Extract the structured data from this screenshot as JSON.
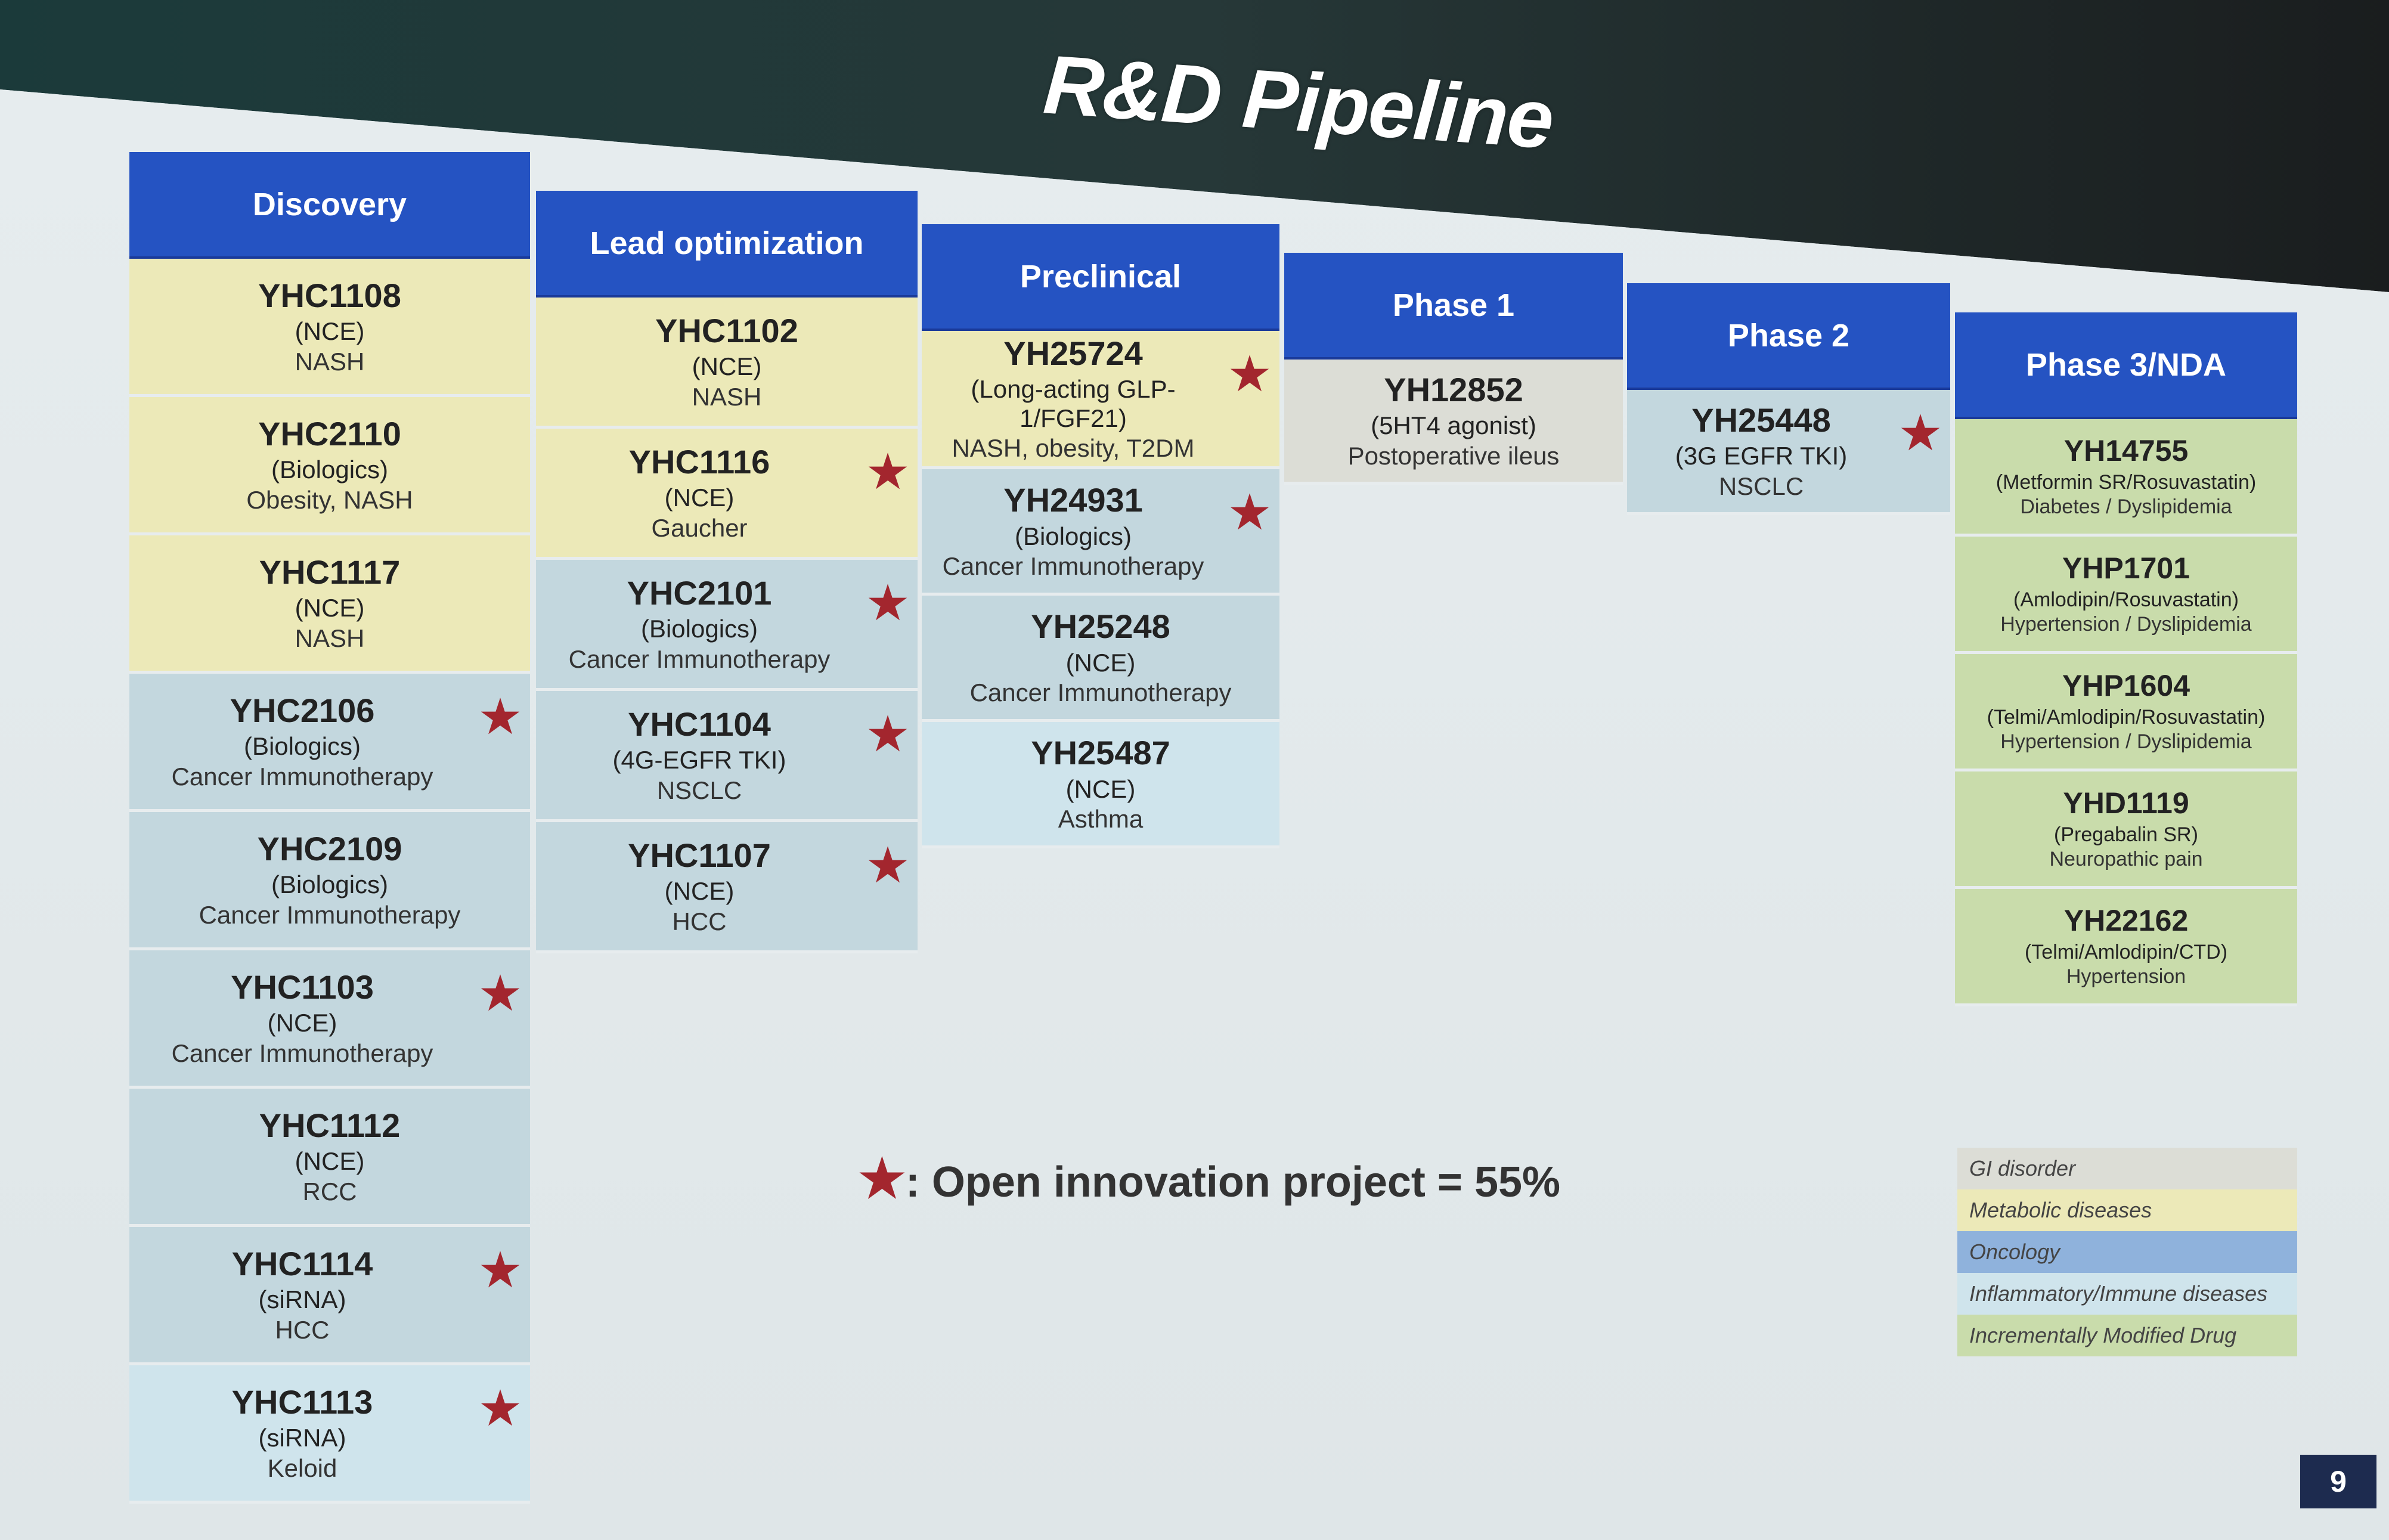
{
  "title": "R&D Pipeline",
  "categories": {
    "gi": {
      "label": "GI disorder",
      "color": "#dcddd6"
    },
    "metabolic": {
      "label": "Metabolic diseases",
      "color": "#ece9b8"
    },
    "oncology": {
      "label": "Oncology",
      "color": "#c3d7de"
    },
    "inflammatory": {
      "label": "Inflammatory/Immune diseases",
      "color": "#cfe4ec"
    },
    "imd": {
      "label": "Incrementally Modified Drug",
      "color": "#c9dcab"
    }
  },
  "legend_order": [
    "gi",
    "metabolic",
    "oncology",
    "inflammatory",
    "imd"
  ],
  "legend_colors": {
    "oncology": "#8fb2dc"
  },
  "columns": [
    {
      "label": "Discovery",
      "items": [
        {
          "id": "YHC1108",
          "type": "(NCE)",
          "indication": "NASH",
          "star": false,
          "cat": "metabolic"
        },
        {
          "id": "YHC2110",
          "type": "(Biologics)",
          "indication": "Obesity, NASH",
          "star": false,
          "cat": "metabolic"
        },
        {
          "id": "YHC1117",
          "type": "(NCE)",
          "indication": "NASH",
          "star": false,
          "cat": "metabolic"
        },
        {
          "id": "YHC2106",
          "type": "(Biologics)",
          "indication": "Cancer Immunotherapy",
          "star": true,
          "cat": "oncology"
        },
        {
          "id": "YHC2109",
          "type": "(Biologics)",
          "indication": "Cancer Immunotherapy",
          "star": false,
          "cat": "oncology"
        },
        {
          "id": "YHC1103",
          "type": "(NCE)",
          "indication": "Cancer Immunotherapy",
          "star": true,
          "cat": "oncology"
        },
        {
          "id": "YHC1112",
          "type": "(NCE)",
          "indication": "RCC",
          "star": false,
          "cat": "oncology"
        },
        {
          "id": "YHC1114",
          "type": "(siRNA)",
          "indication": "HCC",
          "star": true,
          "cat": "oncology"
        },
        {
          "id": "YHC1113",
          "type": "(siRNA)",
          "indication": "Keloid",
          "star": true,
          "cat": "inflammatory"
        }
      ]
    },
    {
      "label": "Lead optimization",
      "items": [
        {
          "id": "YHC1102",
          "type": "(NCE)",
          "indication": "NASH",
          "star": false,
          "cat": "metabolic"
        },
        {
          "id": "YHC1116",
          "type": "(NCE)",
          "indication": "Gaucher",
          "star": true,
          "cat": "metabolic"
        },
        {
          "id": "YHC2101",
          "type": "(Biologics)",
          "indication": "Cancer Immunotherapy",
          "star": true,
          "cat": "oncology"
        },
        {
          "id": "YHC1104",
          "type": "(4G-EGFR TKI)",
          "indication": "NSCLC",
          "star": true,
          "cat": "oncology"
        },
        {
          "id": "YHC1107",
          "type": "(NCE)",
          "indication": "HCC",
          "star": true,
          "cat": "oncology"
        }
      ]
    },
    {
      "label": "Preclinical",
      "items": [
        {
          "id": "YH25724",
          "type": "(Long-acting GLP-1/FGF21)",
          "indication": "NASH, obesity, T2DM",
          "star": true,
          "cat": "metabolic"
        },
        {
          "id": "YH24931",
          "type": "(Biologics)",
          "indication": "Cancer Immunotherapy",
          "star": true,
          "cat": "oncology"
        },
        {
          "id": "YH25248",
          "type": "(NCE)",
          "indication": "Cancer Immunotherapy",
          "star": false,
          "cat": "oncology"
        },
        {
          "id": "YH25487",
          "type": "(NCE)",
          "indication": "Asthma",
          "star": false,
          "cat": "inflammatory"
        }
      ]
    },
    {
      "label": "Phase 1",
      "items": [
        {
          "id": "YH12852",
          "type": "(5HT4 agonist)",
          "indication": "Postoperative ileus",
          "star": false,
          "cat": "gi"
        }
      ]
    },
    {
      "label": "Phase 2",
      "items": [
        {
          "id": "YH25448",
          "type": "(3G EGFR TKI)",
          "indication": "NSCLC",
          "star": true,
          "cat": "oncology"
        }
      ]
    },
    {
      "label": "Phase 3/NDA",
      "items": [
        {
          "id": "YH14755",
          "type": "(Metformin SR/Rosuvastatin)",
          "indication": "Diabetes / Dyslipidemia",
          "star": false,
          "cat": "imd"
        },
        {
          "id": "YHP1701",
          "type": "(Amlodipin/Rosuvastatin)",
          "indication": "Hypertension / Dyslipidemia",
          "star": false,
          "cat": "imd"
        },
        {
          "id": "YHP1604",
          "type": "(Telmi/Amlodipin/Rosuvastatin)",
          "indication": "Hypertension / Dyslipidemia",
          "star": false,
          "cat": "imd"
        },
        {
          "id": "YHD1119",
          "type": "(Pregabalin SR)",
          "indication": "Neuropathic pain",
          "star": false,
          "cat": "imd"
        },
        {
          "id": "YH22162",
          "type": "(Telmi/Amlodipin/CTD)",
          "indication": "Hypertension",
          "star": false,
          "cat": "imd"
        }
      ]
    }
  ],
  "footnote": {
    "symbol": "★",
    "text": ": Open innovation project = 55%"
  },
  "star_symbol": "★",
  "page_number": "9"
}
